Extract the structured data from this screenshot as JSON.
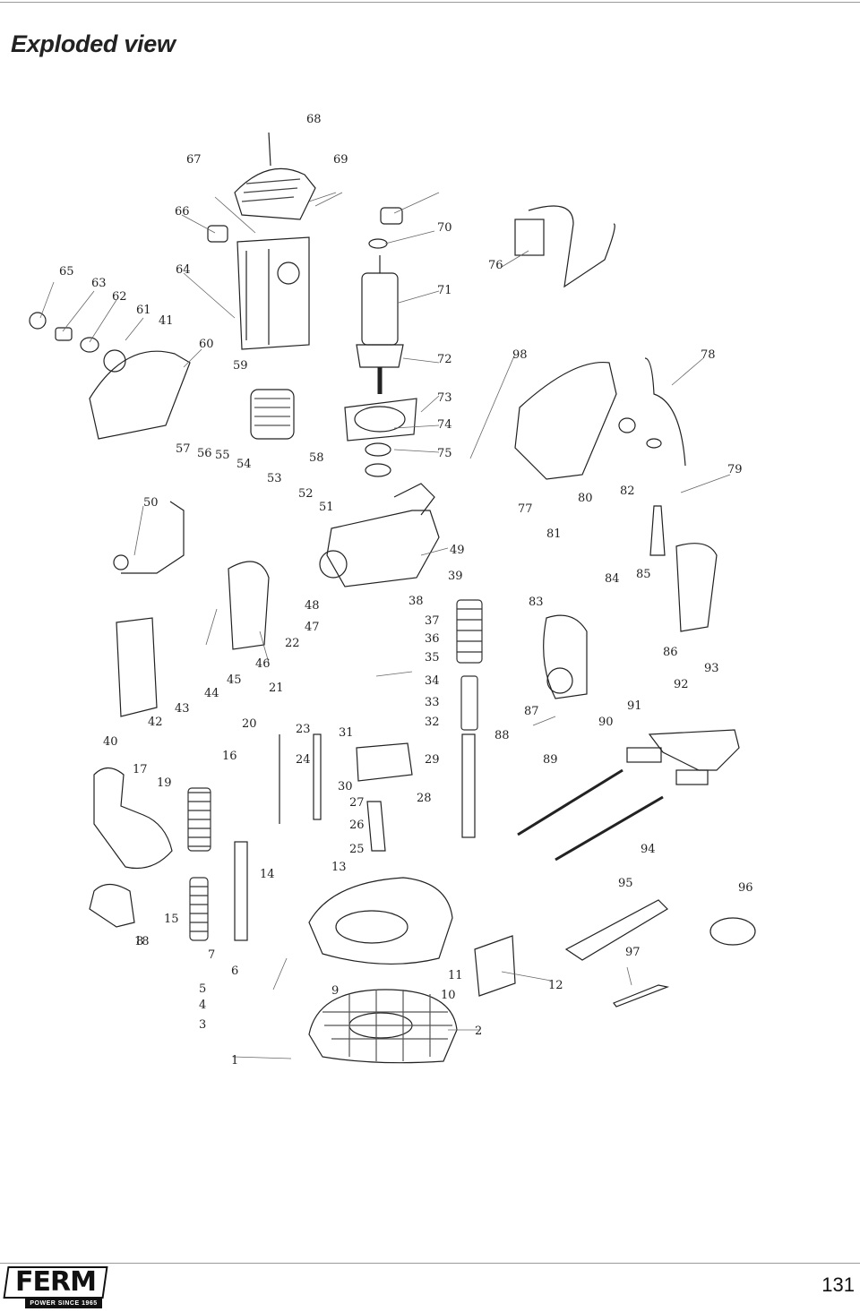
{
  "page": {
    "title": "Exploded view",
    "page_number": "131"
  },
  "logo": {
    "brand": "FERM",
    "tagline": "POWER SINCE 1965"
  },
  "diagram": {
    "part_labels": [
      "1",
      "2",
      "3",
      "4",
      "5",
      "6",
      "7",
      "8",
      "9",
      "10",
      "11",
      "12",
      "13",
      "14",
      "15",
      "16",
      "17",
      "18",
      "19",
      "20",
      "21",
      "22",
      "23",
      "24",
      "25",
      "26",
      "27",
      "28",
      "29",
      "30",
      "31",
      "32",
      "33",
      "34",
      "35",
      "36",
      "37",
      "38",
      "39",
      "40",
      "41",
      "42",
      "43",
      "44",
      "45",
      "46",
      "47",
      "48",
      "49",
      "50",
      "51",
      "52",
      "53",
      "54",
      "55",
      "56",
      "57",
      "58",
      "59",
      "60",
      "61",
      "62",
      "63",
      "64",
      "65",
      "66",
      "67",
      "68",
      "69",
      "70",
      "71",
      "72",
      "73",
      "74",
      "75",
      "76",
      "77",
      "78",
      "79",
      "80",
      "81",
      "82",
      "83",
      "84",
      "85",
      "86",
      "87",
      "88",
      "89",
      "90",
      "91",
      "92",
      "93",
      "94",
      "95",
      "96",
      "97",
      "98"
    ]
  }
}
